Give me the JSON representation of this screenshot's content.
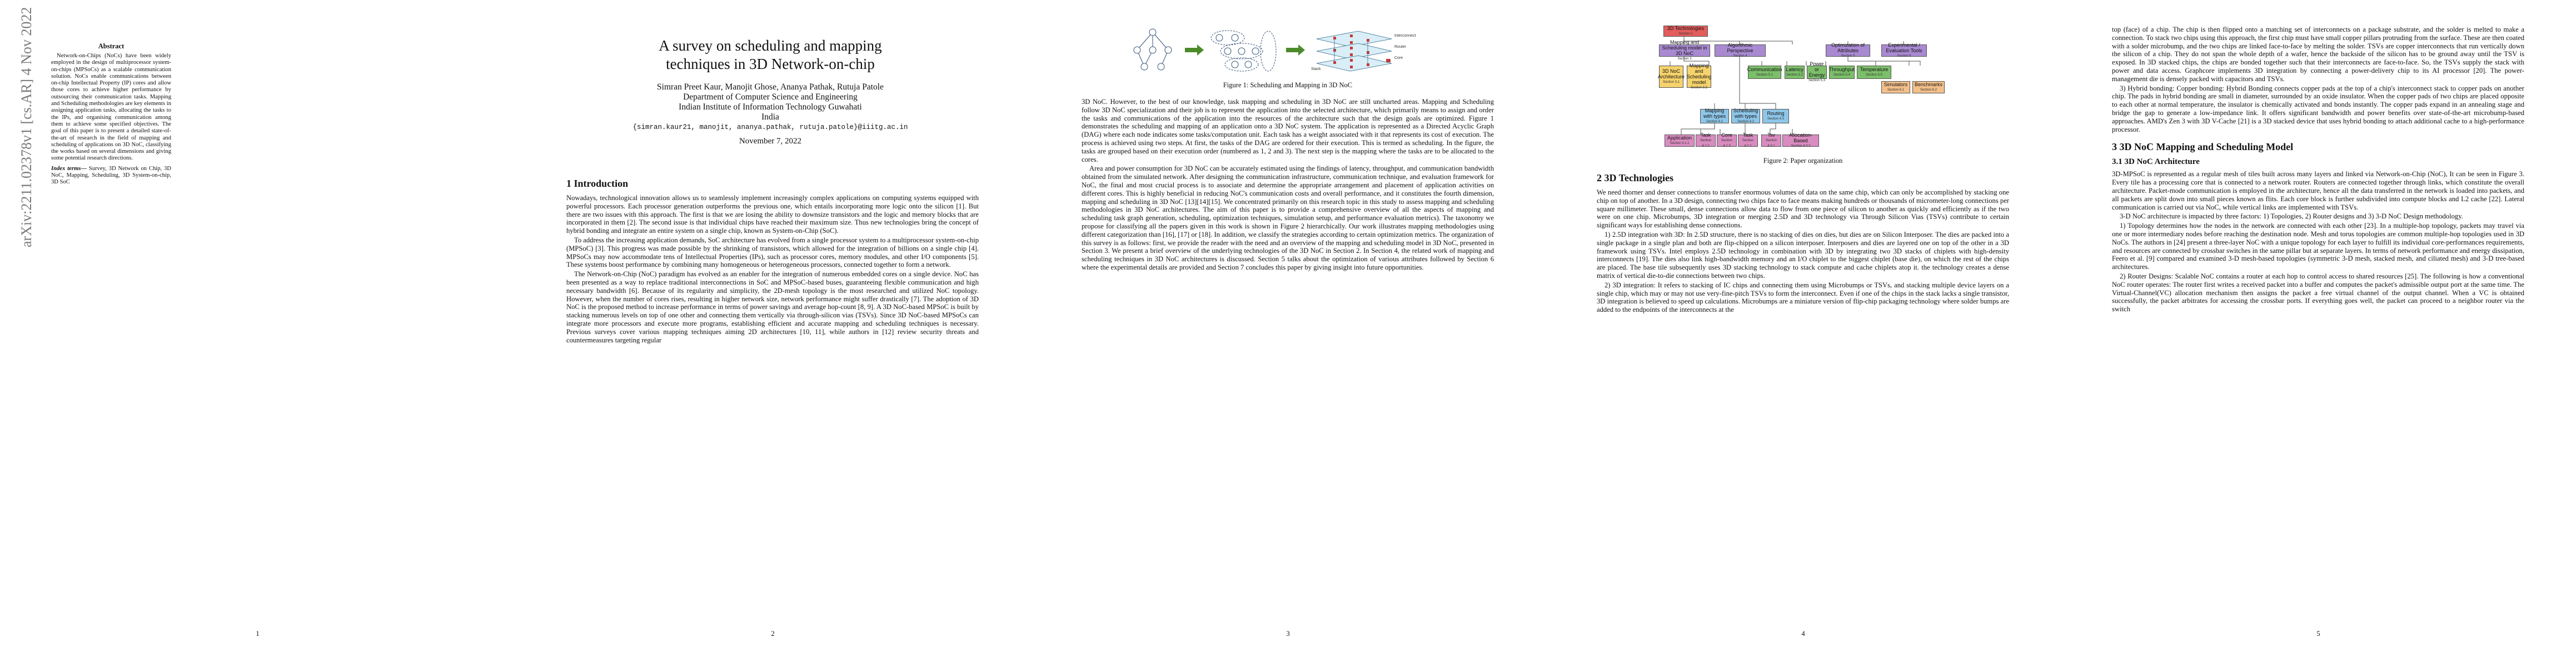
{
  "arxiv_stamp": "arXiv:2211.02378v1  [cs.AR]  4 Nov 2022",
  "page1": {
    "abstract_title": "Abstract",
    "abstract_text": "Network-on-Chips (NoCs) have been widely employed in the design of multiprocessor system-on-chips (MPSoCs) as a scalable communication solution. NoCs enable communications between on-chip Intellectual Property (IP) cores and allow those cores to achieve higher performance by outsourcing their communication tasks. Mapping and Scheduling methodologies are key elements in assigning application tasks, allocating the tasks to the IPs, and organising communication among them to achieve some specified objectives. The goal of this paper is to present a detailed state-of-the-art of research in the field of mapping and scheduling of applications on 3D NoC, classifying the works based on several dimensions and giving some potential research directions.",
    "index_terms_label": "Index terms—",
    "index_terms": " Survey, 3D Network on Chip, 3D NoC, Mapping, Scheduling, 3D System-on-chip, 3D SoC",
    "page_number": "1"
  },
  "page2": {
    "title": "A survey on scheduling and mapping techniques in 3D Network-on-chip",
    "authors": "Simran Preet Kaur, Manojit Ghose, Ananya Pathak, Rutuja Patole",
    "department": "Department of Computer Science and Engineering",
    "institute": "Indian Institute of Information Technology Guwahati",
    "country": "India",
    "email": "{simran.kaur21, manojit, ananya.pathak, rutuja.patole}@iiitg.ac.in",
    "date": "November 7, 2022",
    "section_heading": "1   Introduction",
    "intro_p1": "Nowadays, technological innovation allows us to seamlessly implement increasingly complex applications on computing systems equipped with powerful processors. Each processor generation outperforms the previous one, which entails incorporating more logic onto the silicon [1]. But there are two issues with this approach. The first is that we are losing the ability to downsize transistors and the logic and memory blocks that are incorporated in them [2]. The second issue is that individual chips have reached their maximum size. Thus new technologies bring the concept of hybrid bonding and integrate an entire system on a single chip, known as System-on-Chip (SoC).",
    "intro_p2": "To address the increasing application demands, SoC architecture has evolved from a single processor system to a multiprocessor system-on-chip (MPSoC) [3]. This progress was made possible by the shrinking of transistors, which allowed for the integration of billions on a single chip [4]. MPSoCs may now accommodate tens of Intellectual Properties (IPs), such as processor cores, memory modules, and other I/O components [5]. These systems boost performance by combining many homogeneous or heterogeneous processors, connected together to form a network.",
    "intro_p3": "The Network-on-Chip (NoC) paradigm has evolved as an enabler for the integration of numerous embedded cores on a single device. NoC has been presented as a way to replace traditional interconnections in SoC and MPSoC-based buses, guaranteeing flexible communication and high necessary bandwidth [6]. Because of its regularity and simplicity, the 2D-mesh topology is the most researched and utilized NoC topology. However, when the number of cores rises, resulting in higher network size, network performance might suffer drastically [7]. The adoption of 3D NoC is the proposed method to increase performance in terms of power savings and average hop-count [8, 9]. A 3D NoC-based MPSoC is built by stacking numerous levels on top of one other and connecting them vertically via through-silicon vias (TSVs). Since 3D NoC-based MPSoCs can integrate more processors and execute more programs, establishing efficient and accurate mapping and scheduling techniques is necessary. Previous surveys cover various mapping techniques aiming 2D architectures [10, 11], while authors in [12] review security threats and countermeasures targeting regular",
    "page_number": "2"
  },
  "page3": {
    "figure_caption": "Figure 1: Scheduling and Mapping in 3D NoC",
    "fig_labels": [
      "Interconnect",
      "Router",
      "Core",
      "Stack"
    ],
    "p1": "3D NoC. However, to the best of our knowledge, task mapping and scheduling in 3D NoC are still uncharted areas. Mapping and Scheduling follow 3D NoC specialization and their job is to represent the application into the selected architecture, which primarily means to assign and order the tasks and communications of the application into the resources of the architecture such that the design goals are optimized. Figure 1 demonstrates the scheduling and mapping of an application onto a 3D NoC system. The application is represented as a Directed Acyclic Graph (DAG) where each node indicates some tasks/computation unit. Each task has a weight associated with it that represents its cost of execution. The process is achieved using two steps. At first, the tasks of the DAG are ordered for their execution. This is termed as scheduling. In the figure, the tasks are grouped based on their execution order (numbered as 1, 2 and 3). The next step is the mapping where the tasks are to be allocated to the cores.",
    "p2": "Area and power consumption for 3D NoC can be accurately estimated using the findings of latency, throughput, and communication bandwidth obtained from the simulated network. After designing the communication infrastructure, communication technique, and evaluation framework for NoC, the final and most crucial process is to associate and determine the appropriate arrangement and placement of application activities on different cores. This is highly beneficial in reducing NoC's communication costs and overall performance, and it constitutes the fourth dimension, mapping and scheduling in 3D NoC [13][14][15]. We concentrated primarily on this research topic in this study to assess mapping and scheduling methodologies in 3D NoC architectures. The aim of this paper is to provide a comprehensive overview of all the aspects of mapping and scheduling task graph generation, scheduling, optimization techniques, simulation setup, and performance evaluation metrics). The taxonomy we propose for classifying all the papers given in this work is shown in Figure 2 hierarchically. Our work illustrates mapping methodologies using different categorization than [16], [17] or [18]. In addition, we classify the strategies according to certain optimization metrics. The organization of this survey is as follows: first, we provide the reader with the need and an overview of the mapping and scheduling model in 3D NoC, presented in Section 3. We present a brief overview of the underlying technologies of the 3D NoC in Section 2. In Section 4, the related work of mapping and scheduling techniques in 3D NoC architectures is discussed. Section 5 talks about the optimization of various attributes followed by Section 6 where the experimental details are provided and Section 7 concludes this paper by giving insight into future opportunities.",
    "page_number": "3"
  },
  "page4": {
    "figure_caption": "Figure 2: Paper organization",
    "taxonomy": {
      "root": "3D Technologies",
      "root_sub": "Section 2",
      "n_model": "Mapping and Scheduling model in 3D NoC",
      "n_model_sub": "Section 3",
      "n_algo": "Algorithmic Perspective",
      "n_algo_sub": "Section 4",
      "n_opt": "Optimization of Attributes",
      "n_opt_sub": "Section 5",
      "n_exp": "Experimental / Evaluation Tools",
      "n_exp_sub": "Section 6",
      "n_arch": "3D NoC Architecture",
      "n_arch_sub": "Section 3.1",
      "n_msm": "Mapping and Scheduling model",
      "n_msm_sub": "Section 3.2",
      "n_comm": "Communication",
      "n_comm_sub": "Section 5.1",
      "n_lat": "Latency",
      "n_lat_sub": "Section 5.2",
      "n_pow": "Power or Energy",
      "n_pow_sub": "Section 5.3",
      "n_thr": "Throughput",
      "n_thr_sub": "Section 5.4",
      "n_tmp": "Temperature",
      "n_tmp_sub": "Section 5.5",
      "n_sim": "Simulators",
      "n_sim_sub": "Section 6.1",
      "n_bench": "Benchmarks",
      "n_bench_sub": "Section 6.2",
      "n_mwt": "Mapping with types",
      "n_mwt_sub": "Section 4.1",
      "n_swt": "Scheduling with types",
      "n_swt_sub": "Section 4.2",
      "n_route": "Routing",
      "n_route_sub": "Section 4.3",
      "n_app": "Application",
      "n_app_sub": "Section 4.1.1",
      "n_task": "Task",
      "n_task_sub": "Section 4.1.2",
      "n_core": "Core",
      "n_core_sub": "Section 4.1.3",
      "n_task2": "Task",
      "n_task2_sub": "Section 4.2.1",
      "n_tsv": "Tsv",
      "n_tsv_sub": "Section 4.3.1",
      "n_alloc": "Allocation-Based",
      "n_alloc_sub": "Section 4.3.2"
    },
    "section_heading": "2   3D Technologies",
    "p1": "We need thorner and denser connections to transfer enormous volumes of data on the same chip, which can only be accomplished by stacking one chip on top of another. In a 3D design, connecting two chips face to face means making hundreds or thousands of micrometer-long connections per square millimeter. These small, dense connections allow data to flow from one piece of silicon to another as quickly and efficiently as if the two were on one chip. Microbumps, 3D integration or merging 2.5D and 3D technology via Through Silicon Vias (TSVs) contribute to certain significant ways for establishing dense connections.",
    "p2": "1) 2.5D integration with 3D: In 2.5D structure, there is no stacking of dies on dies, but dies are on Silicon Interposer. The dies are packed into a single package in a single plan and both are flip-chipped on a silicon interposer. Interposers and dies are layered one on top of the other in a 3D framework using TSVs. Intel employs 2.5D technology in combination with 3D by integrating two 3D stacks of chiplets with high-density interconnects [19]. The dies also link high-bandwidth memory and an I/O chiplet to the biggest chiplet (base die), on which the rest of the chips are placed. The base tile subsequently uses 3D stacking technology to stack compute and cache chiplets atop it. the technology creates a dense matrix of vertical die-to-die connections between two chips.",
    "p3": "2) 3D integration: It refers to stacking of IC chips and connecting them using Microbumps or TSVs, and stacking multiple device layers on a single chip, which may or may not use very-fine-pitch TSVs to form the interconnect. Even if one of the chips in the stack lacks a single transistor, 3D integration is believed to speed up calculations. Microbumps are a miniature version of flip-chip packaging technology where solder bumps are added to the endpoints of the interconnects at the",
    "page_number": "4"
  },
  "page5": {
    "p1": "top (face) of a chip. The chip is then flipped onto a matching set of interconnects on a package substrate, and the solder is melted to make a connection. To stack two chips using this approach, the first chip must have small copper pillars protruding from the surface. These are then coated with a solder microbump, and the two chips are linked face-to-face by melting the solder. TSVs are copper interconnects that run vertically down the silicon of a chip. They do not span the whole depth of a wafer, hence the backside of the silicon has to be ground away until the TSV is exposed. In 3D stacked chips, the chips are bonded together such that their interconnects are face-to-face. So, the TSVs supply the stack with power and data access. Graphcore implements 3D integration by connecting a power-delivery chip to its AI processor [20]. The power-management die is densely packed with capacitors and TSVs.",
    "p2": "3) Hybrid bonding: Copper bonding: Hybrid Bonding connects copper pads at the top of a chip's interconnect stack to copper pads on another chip. The pads in hybrid bonding are small in diameter, surrounded by an oxide insulator. When the copper pads of two chips are placed opposite to each other at normal temperature, the insulator is chemically activated and bonds instantly. The copper pads expand in an annealing stage and bridge the gap to generate a low-impedance link. It offers significant bandwidth and power benefits over state-of-the-art microbump-based approaches. AMD's Zen 3 with 3D V-Cache [21] is a 3D stacked device that uses hybrid bonding to attach additional cache to a high-performance processor.",
    "section_heading": "3   3D NoC Mapping and Scheduling Model",
    "subsection_heading": "3.1   3D NoC Architecture",
    "p3": "3D-MPSoC is represented as a regular mesh of tiles built across many layers and linked via Network-on-Chip (NoC), It can be seen in Figure 3. Every tile has a processing core that is connected to a network router. Routers are connected together through links, which constitute the overall architecture. Packet-mode communication is employed in the architecture, hence all the data transferred in the network is loaded into packets, and all packets are split down into small pieces known as flits. Each core block is further subdivided into compute blocks and L2 cache [22]. Lateral communication is carried out via NoC, while vertical links are implemented with TSVs.",
    "p4": "3-D NoC architecture is impacted by three factors: 1) Topologies, 2) Router designs and 3) 3-D NoC Design methodology.",
    "p5": "1) Topology determines how the nodes in the network are connected with each other [23]. In a multiple-hop topology, packets may travel via one or more intermediary nodes before reaching the destination node. Mesh and torus topologies are common multiple-hop topologies used in 3D NoCs. The authors in [24] present a three-layer NoC with a unique topology for each layer to fulfill its individual core-performances requirements, and resources are connected by crossbar switches in the same pillar but at separate layers. In terms of network performance and energy dissipation, Feero et al. [9] compared and examined 3-D mesh-based topologies (symmetric 3-D mesh, stacked mesh, and ciliated mesh) and 3-D tree-based architectures.",
    "p6": "2) Router Designs: Scalable NoC contains a router at each hop to control access to shared resources [25]. The following is how a conventional NoC router operates: The router first writes a received packet into a buffer and computes the packet's admissible output port at the same time. The Virtual-Channel(VC) allocation mechanism then assigns the packet a free virtual channel of the output channel. When a VC is obtained successfully, the packet arbitrates for accessing the crossbar ports. If everything goes well, the packet can proceed to a neighbor router via the switch",
    "page_number": "5"
  }
}
